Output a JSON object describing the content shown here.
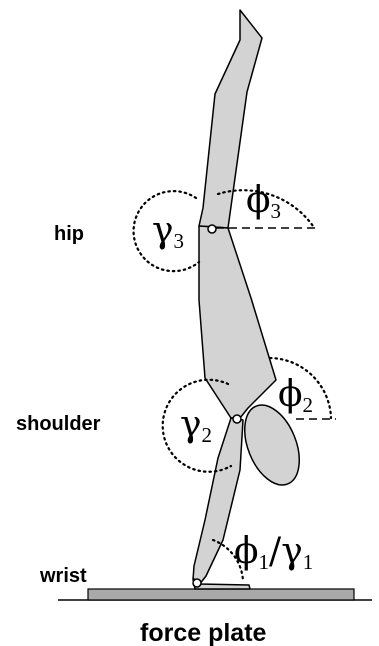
{
  "labels": {
    "hip": "hip",
    "shoulder": "shoulder",
    "wrist": "wrist",
    "force_plate": "force plate"
  },
  "angles": {
    "phi3": {
      "symbol": "ϕ",
      "subscript": "3"
    },
    "gamma3": {
      "symbol": "γ",
      "subscript": "3"
    },
    "phi2": {
      "symbol": "ϕ",
      "subscript": "2"
    },
    "gamma2": {
      "symbol": "γ",
      "subscript": "2"
    },
    "phi1_gamma1": {
      "symbol_a": "ϕ",
      "subscript_a": "1",
      "slash": "/",
      "symbol_b": "γ",
      "subscript_b": "1"
    }
  },
  "colors": {
    "body_fill": "#d3d3d3",
    "stroke": "#000000",
    "plate_fill": "#a9a9a9"
  }
}
